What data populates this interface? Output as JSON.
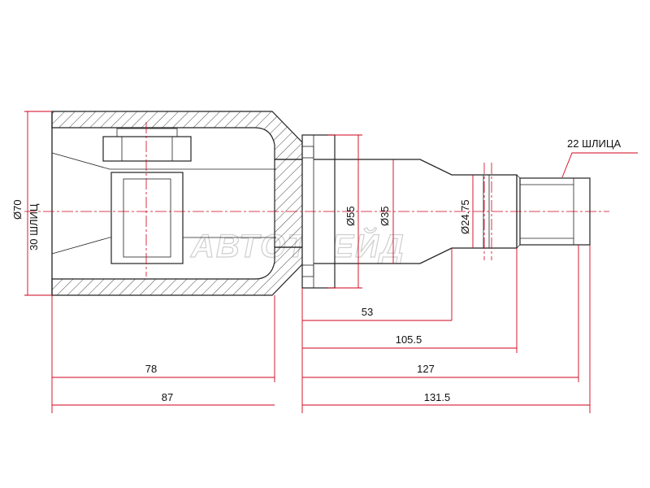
{
  "labels": {
    "outer_diameter": "Ø70",
    "inner_splines": "30 ШЛИЦ",
    "outer_splines": "22 ШЛИЦА",
    "d55": "Ø55",
    "d35": "Ø35",
    "d24": "Ø24.75",
    "len_53": "53",
    "len_105": "105.5",
    "len_127": "127",
    "len_131": "131.5",
    "len_78": "78",
    "len_87": "87",
    "watermark": "АВТОТРЕЙД"
  },
  "colors": {
    "dimension": "#d0021b",
    "outline": "#222222",
    "watermark": "#cfcfcf"
  }
}
